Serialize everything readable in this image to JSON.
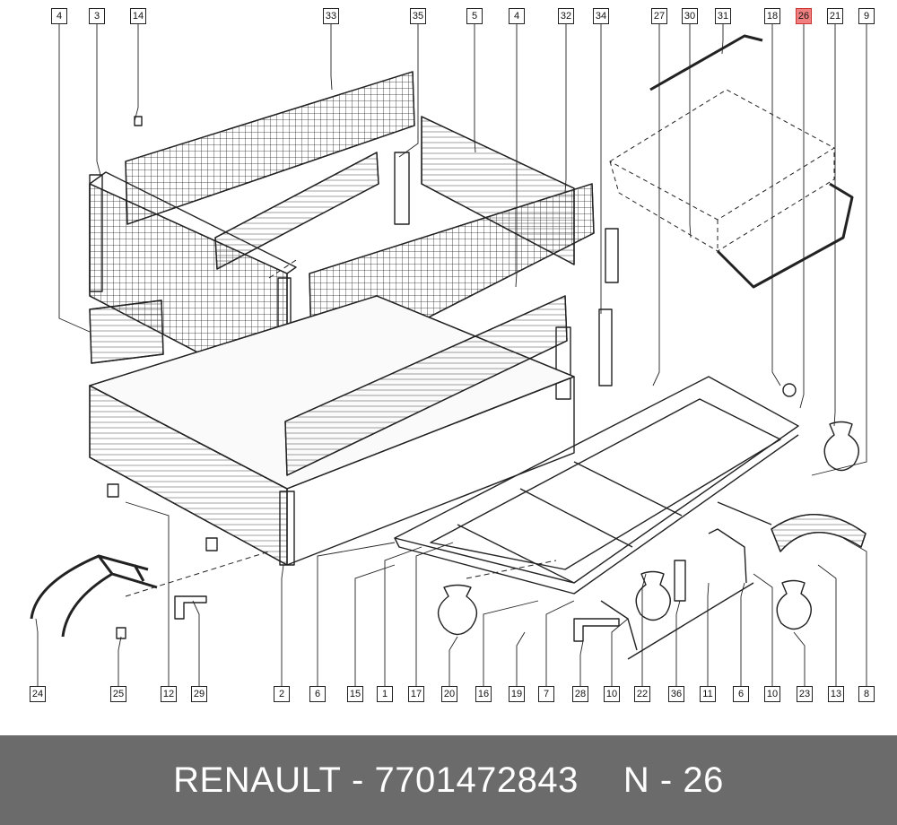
{
  "top_callouts": [
    "4",
    "3",
    "14",
    "33",
    "35",
    "5",
    "4",
    "32",
    "34",
    "27",
    "30",
    "31",
    "18",
    "26",
    "21",
    "9"
  ],
  "bottom_callouts": [
    "24",
    "25",
    "12",
    "29",
    "2",
    "6",
    "15",
    "1",
    "17",
    "20",
    "16",
    "19",
    "7",
    "28",
    "10",
    "22",
    "36",
    "11",
    "6",
    "10",
    "23",
    "13",
    "8"
  ],
  "highlighted_callout": "26",
  "colors": {
    "highlight": "#f08080",
    "footer_bg": "#6b6b6b",
    "footer_text": "#ffffff",
    "line": "#222222"
  },
  "footer": {
    "brand": "RENAULT",
    "separator": "-",
    "part_number": "7701472843",
    "ref": "N - 26"
  }
}
